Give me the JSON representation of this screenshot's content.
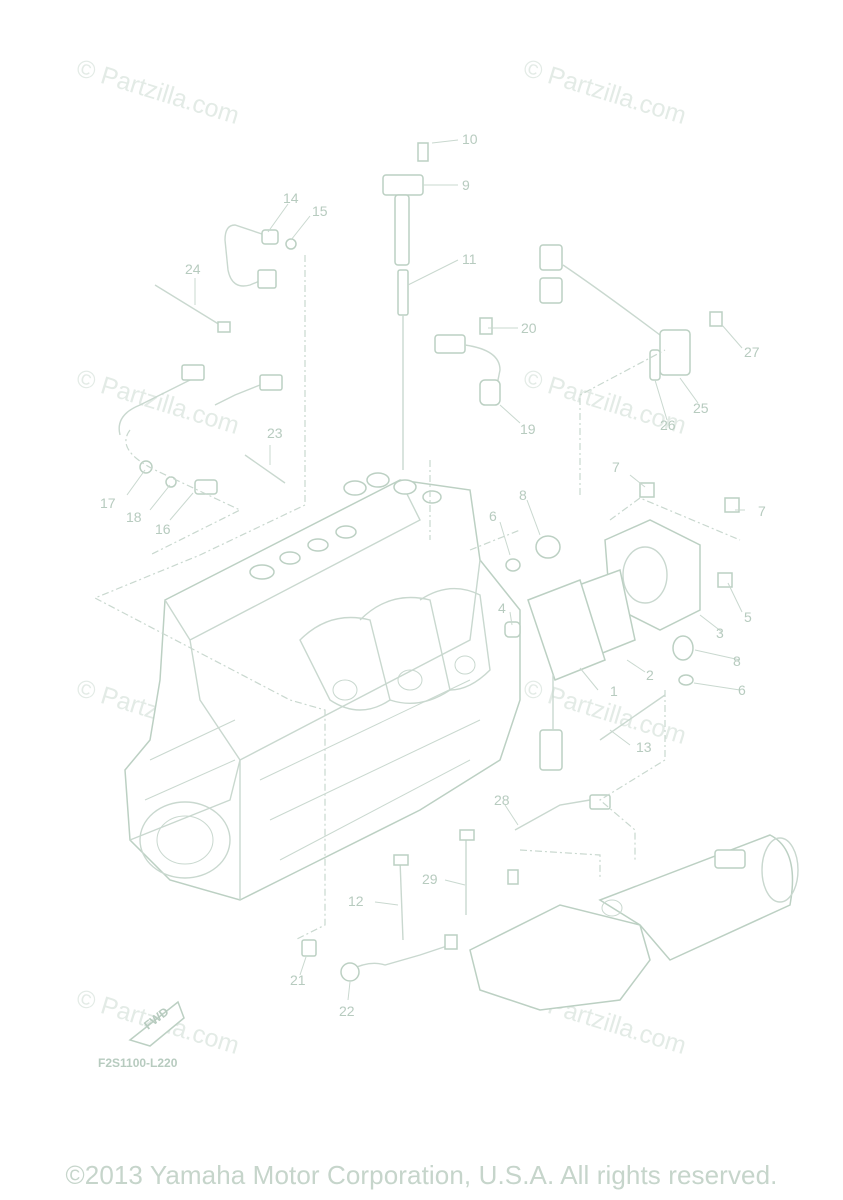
{
  "watermark": "© Partzilla.com",
  "figure_code": "F2S1100-L220",
  "fwd_label": "FWD",
  "copyright": "©2013 Yamaha Motor Corporation, U.S.A. All rights reserved.",
  "callouts": [
    "1",
    "2",
    "3",
    "4",
    "5",
    "6",
    "6",
    "7",
    "7",
    "8",
    "8",
    "9",
    "10",
    "11",
    "12",
    "13",
    "14",
    "15",
    "16",
    "17",
    "18",
    "19",
    "20",
    "21",
    "22",
    "23",
    "24",
    "25",
    "26",
    "27",
    "28",
    "29"
  ]
}
